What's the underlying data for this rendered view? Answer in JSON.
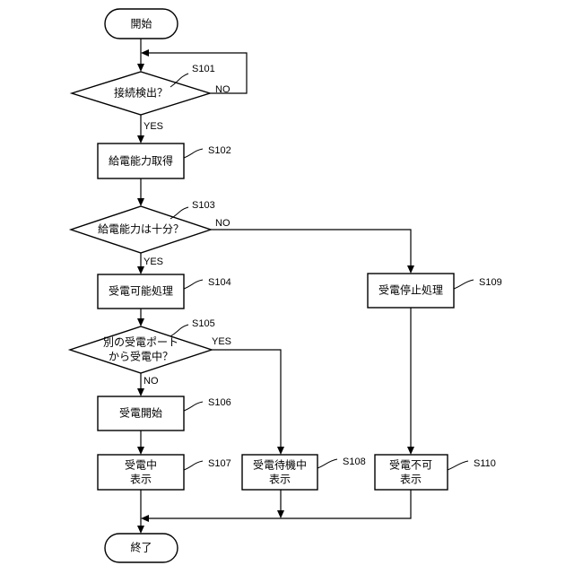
{
  "nodes": {
    "start": {
      "text": "開始"
    },
    "s101": {
      "text": "接続検出？",
      "step": "S101"
    },
    "s102": {
      "text": "給電能力取得",
      "step": "S102"
    },
    "s103": {
      "text": "給電能力は十分？",
      "step": "S103"
    },
    "s104": {
      "text": "受電可能処理",
      "step": "S104"
    },
    "s105": {
      "line1": "別の受電ポート",
      "line2": "から受電中？",
      "step": "S105"
    },
    "s106": {
      "text": "受電開始",
      "step": "S106"
    },
    "s107": {
      "line1": "受電中",
      "line2": "表示",
      "step": "S107"
    },
    "s108": {
      "line1": "受電待機中",
      "line2": "表示",
      "step": "S108"
    },
    "s109": {
      "text": "受電停止処理",
      "step": "S109"
    },
    "s110": {
      "line1": "受電不可",
      "line2": "表示",
      "step": "S110"
    },
    "end": {
      "text": "終了"
    }
  },
  "branches": {
    "s101_no": "NO",
    "s101_yes": "YES",
    "s103_no": "NO",
    "s103_yes": "YES",
    "s105_yes": "YES",
    "s105_no": "NO"
  }
}
